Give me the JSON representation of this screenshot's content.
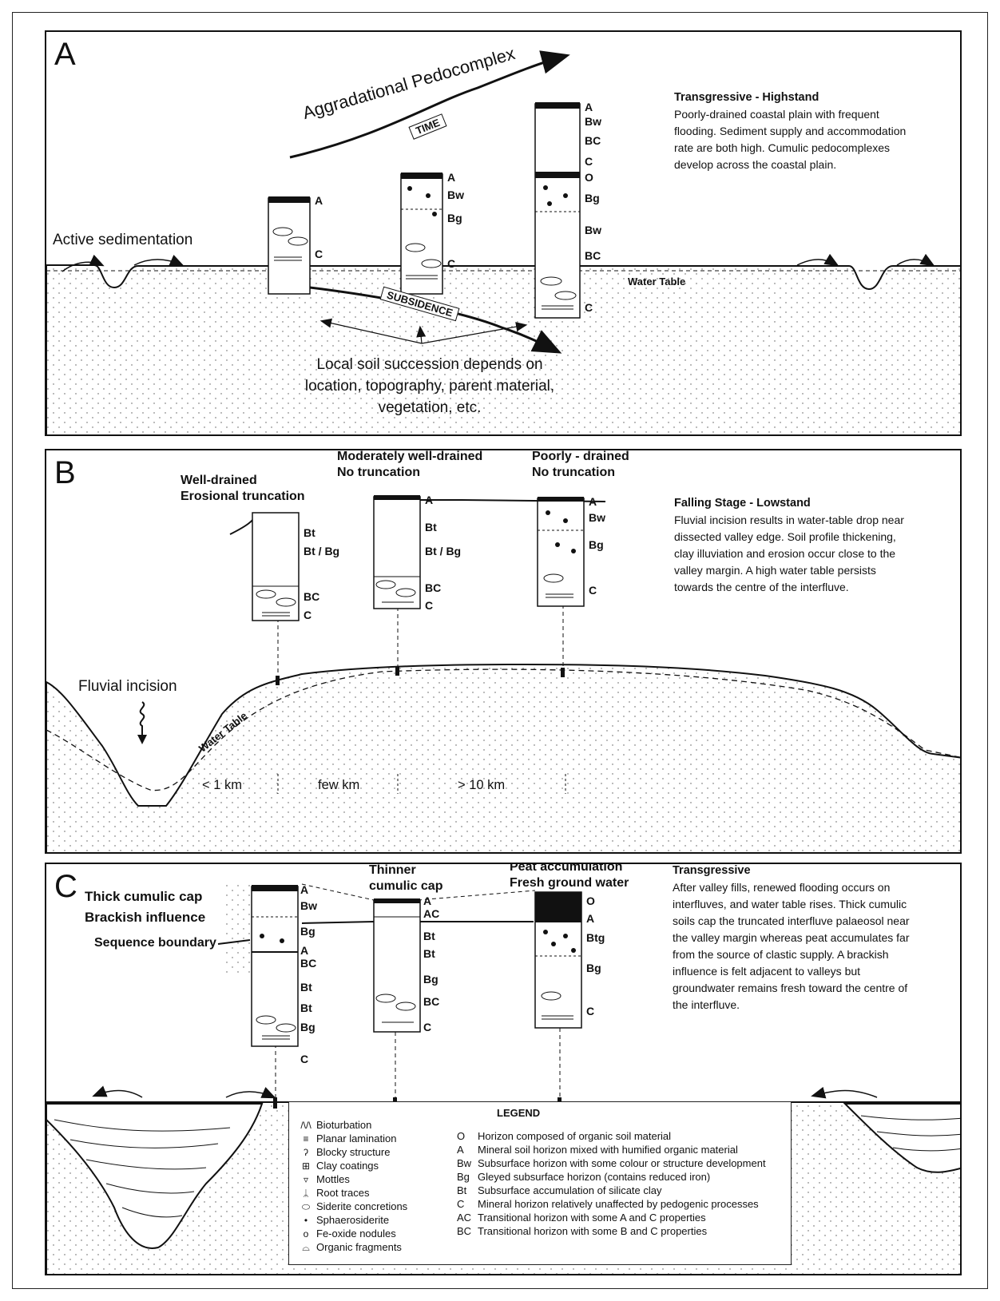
{
  "panel_a": {
    "label": "A",
    "arrow_top": "Aggradational Pedocomplex",
    "time": "TIME",
    "subsidence": "SUBSIDENCE",
    "active_sed": "Active sedimentation",
    "water_table": "Water Table",
    "local_soil": [
      "Local soil succession depends on",
      "location, topography, parent material,",
      "vegetation, etc."
    ],
    "desc_title": "Transgressive - Highstand",
    "desc": "Poorly-drained coastal plain with frequent flooding. Sediment supply and accommodation rate are both high. Cumulic pedocomplexes develop across the coastal plain.",
    "col1": [
      "A",
      "C"
    ],
    "col2": [
      "A",
      "Bw",
      "Bg",
      "C"
    ],
    "col3": [
      "A",
      "Bw",
      "BC",
      "C",
      "O",
      "Bg",
      "Bw",
      "BC",
      "C"
    ]
  },
  "panel_b": {
    "label": "B",
    "cap1": [
      "Well-drained",
      "Erosional truncation"
    ],
    "cap2": [
      "Moderately well-drained",
      "No truncation"
    ],
    "cap3": [
      "Poorly - drained",
      "No truncation"
    ],
    "desc_title": "Falling Stage - Lowstand",
    "desc": "Fluvial incision results in water-table drop near dissected valley edge. Soil profile thickening, clay illuviation and erosion occur close to the valley margin. A high water table persists towards the centre of the interfluve.",
    "fluvial": "Fluvial incision",
    "water_table": "Water Table",
    "dist1": "< 1 km",
    "dist2": "few km",
    "dist3": "> 10 km",
    "col1": [
      "Bt",
      "Bt / Bg",
      "BC",
      "C"
    ],
    "col2": [
      "A",
      "Bt",
      "Bt / Bg",
      "BC",
      "C"
    ],
    "col3": [
      "A",
      "Bw",
      "Bg",
      "C"
    ]
  },
  "panel_c": {
    "label": "C",
    "cap1": [
      "Thick cumulic cap",
      "Brackish influence"
    ],
    "cap2": [
      "Thinner",
      "cumulic cap"
    ],
    "cap3": [
      "Peat accumulation",
      "Fresh ground water"
    ],
    "seq": "Sequence boundary",
    "desc_title": "Transgressive",
    "desc": "After valley fills, renewed flooding occurs on interfluves, and water table rises. Thick cumulic soils cap the truncated interfluve palaeosol near the valley margin whereas peat accumulates far from the source of clastic supply. A brackish influence is felt adjacent to valleys but groundwater remains fresh toward the centre of the interfluve.",
    "col1": [
      "A",
      "Bw",
      "Bg",
      "A",
      "BC",
      "Bt",
      "Bt",
      "Bg",
      "C"
    ],
    "col2": [
      "A",
      "AC",
      "Bt",
      "Bt",
      "Bg",
      "BC",
      "C"
    ],
    "col3": [
      "O",
      "A",
      "Btg",
      "Bg",
      "C"
    ]
  },
  "legend": {
    "title": "LEGEND",
    "symbols": [
      "Bioturbation",
      "Planar lamination",
      "Blocky structure",
      "Clay coatings",
      "Mottles",
      "Root traces",
      "Siderite concretions",
      "Sphaerosiderite",
      "Fe-oxide nodules",
      "Organic fragments"
    ],
    "symbol_icons": [
      "/\\/\\",
      "≡",
      "ʔ",
      "⊞",
      "▿",
      "ᛦ",
      "⬭",
      "•",
      "o",
      "⌓"
    ],
    "horizons": [
      {
        "k": "O",
        "v": "Horizon composed of organic soil material"
      },
      {
        "k": "A",
        "v": "Mineral soil horizon mixed with humified organic material"
      },
      {
        "k": "Bw",
        "v": "Subsurface horizon with some colour or structure development"
      },
      {
        "k": "Bg",
        "v": "Gleyed subsurface horizon (contains reduced iron)"
      },
      {
        "k": "Bt",
        "v": "Subsurface accumulation of silicate clay"
      },
      {
        "k": "C",
        "v": "Mineral horizon relatively unaffected by pedogenic processes"
      },
      {
        "k": "AC",
        "v": "Transitional horizon with some A and C properties"
      },
      {
        "k": "BC",
        "v": "Transitional horizon with some B and C properties"
      }
    ]
  }
}
